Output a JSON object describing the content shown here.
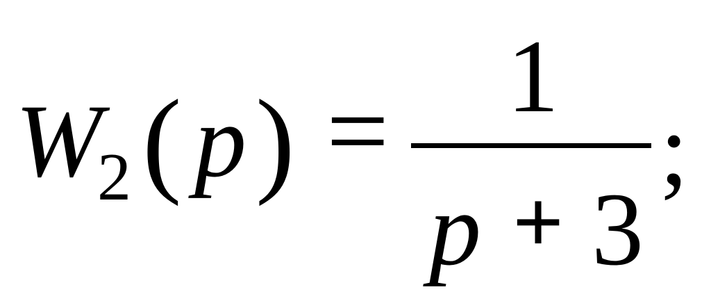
{
  "formula": {
    "function_name": "W",
    "subscript": "2",
    "open_paren": "(",
    "argument": "p",
    "close_paren": ")",
    "equals": "=",
    "numerator": "1",
    "denominator": {
      "variable": "p",
      "operator": "+",
      "constant": "3"
    },
    "terminator": ";"
  }
}
